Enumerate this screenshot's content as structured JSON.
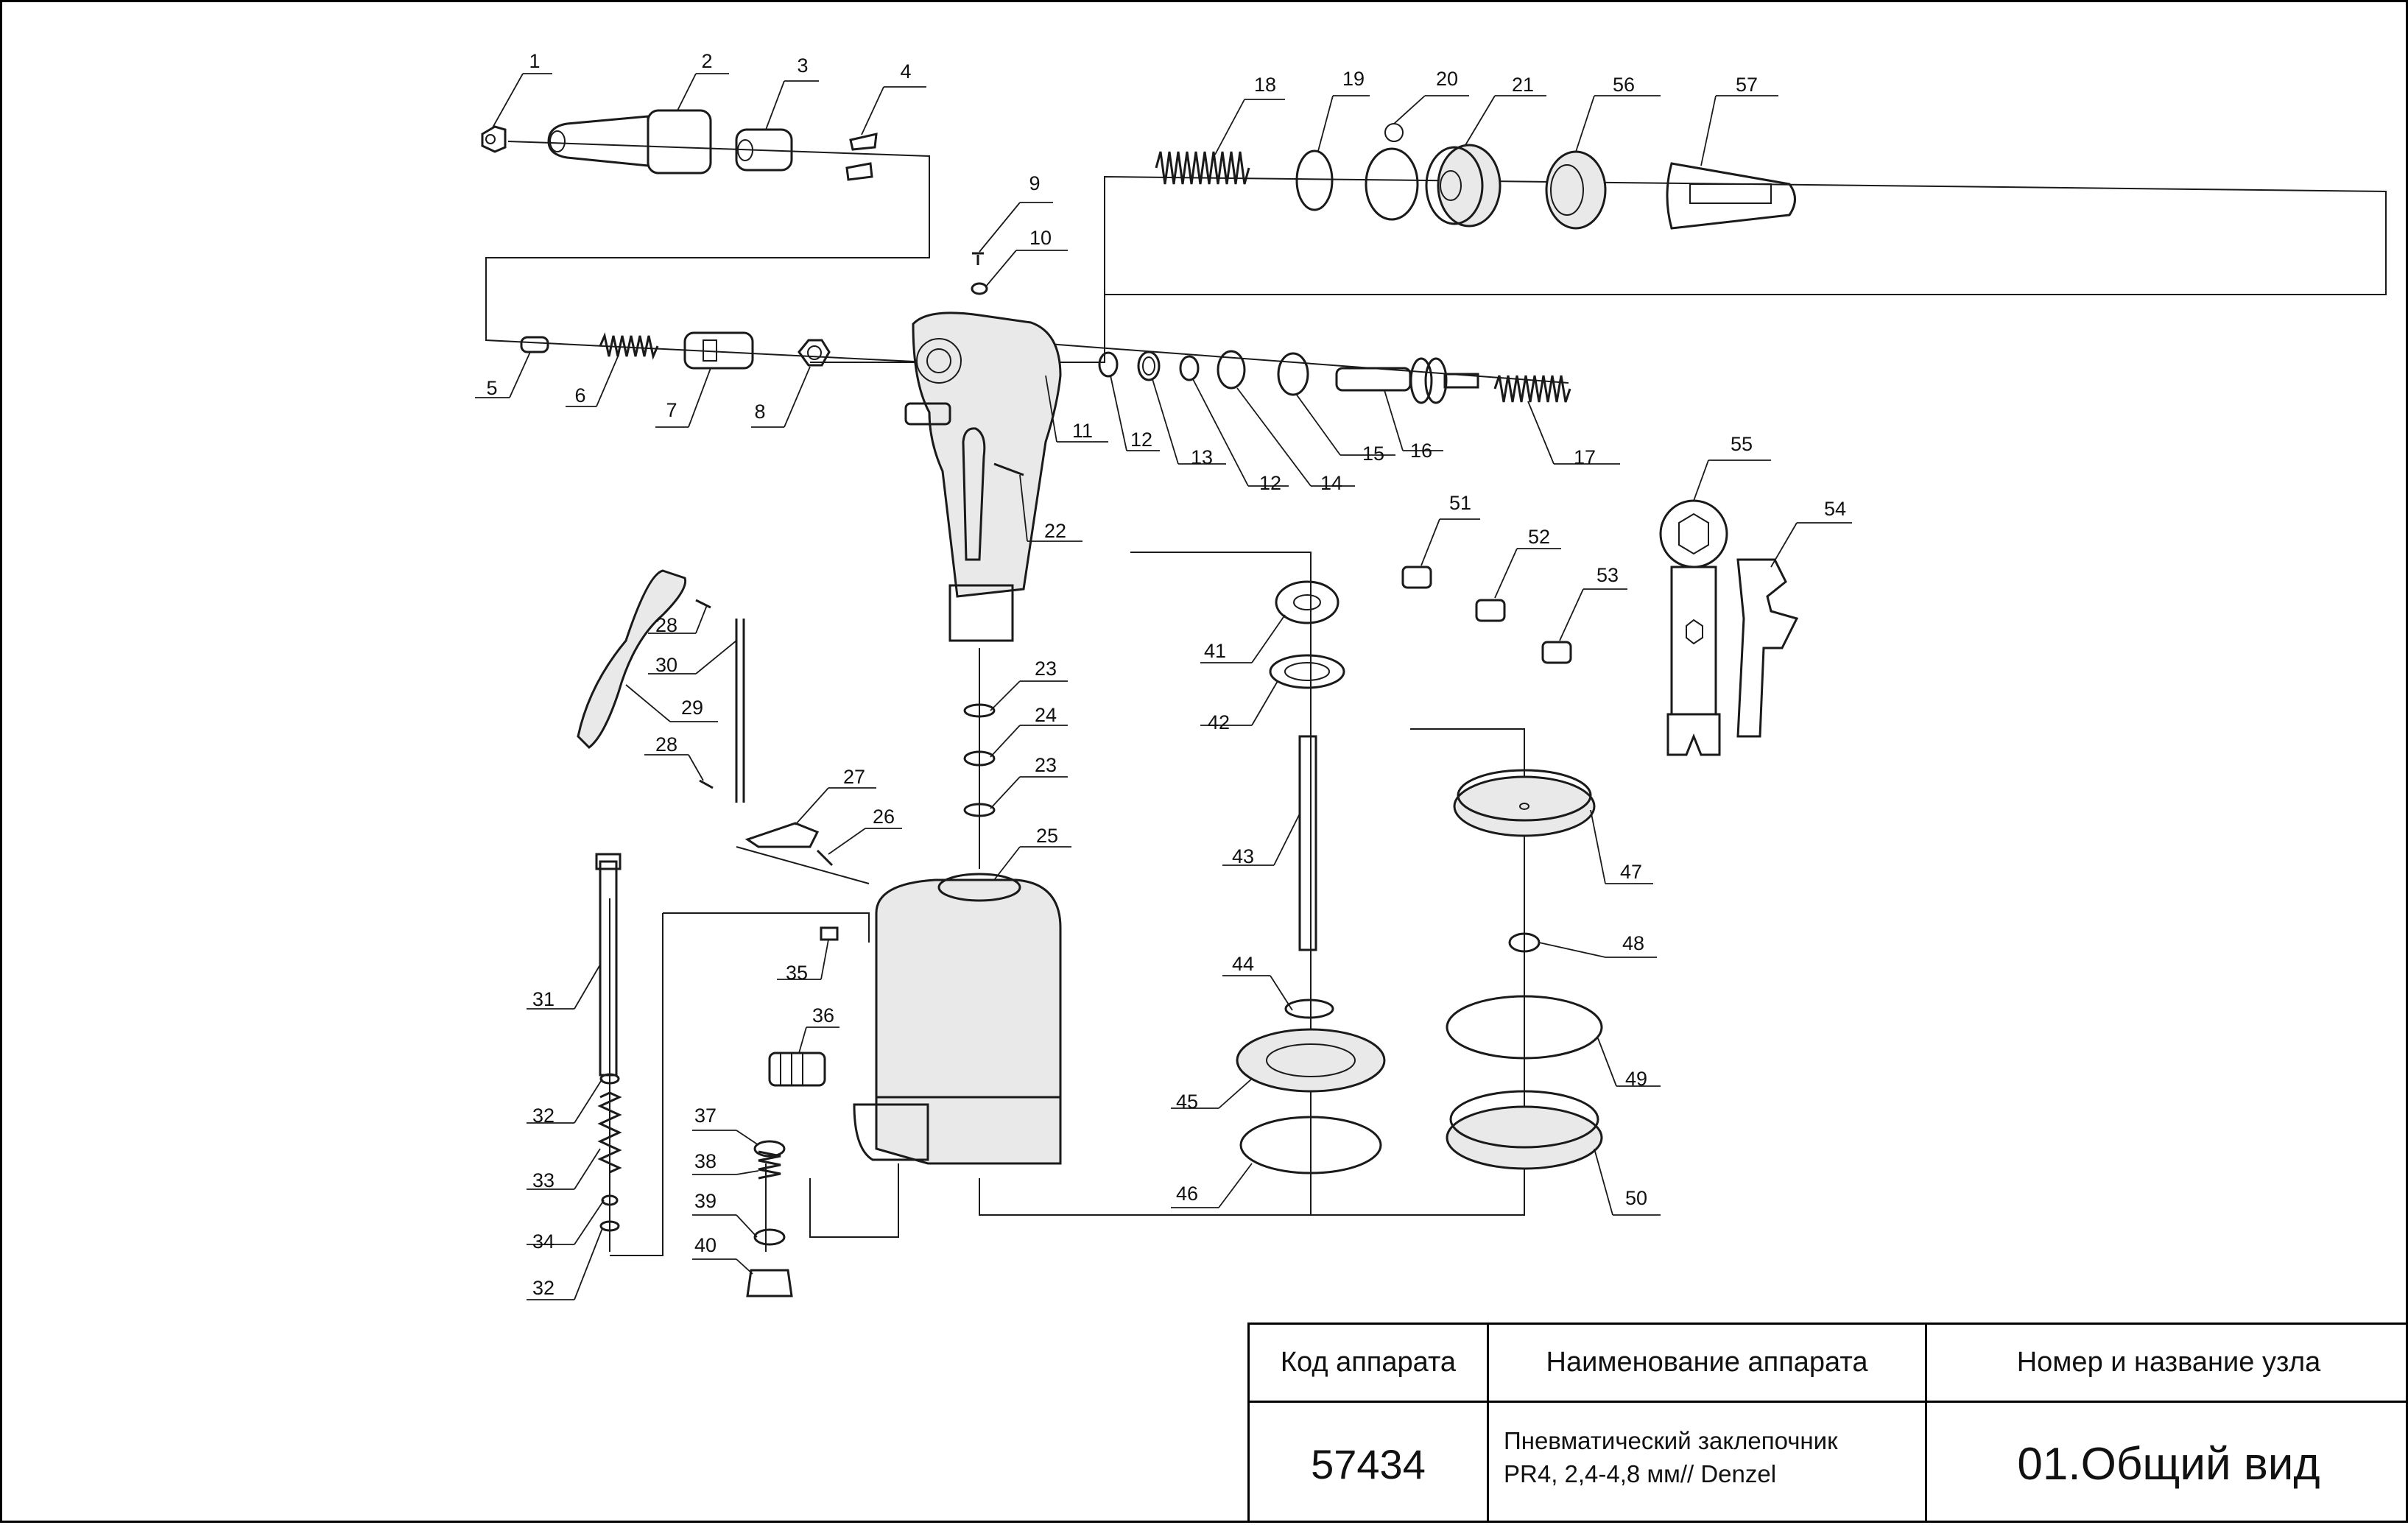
{
  "diagram": {
    "part_labels": [
      "1",
      "2",
      "3",
      "4",
      "5",
      "6",
      "7",
      "8",
      "9",
      "10",
      "11",
      "12",
      "13",
      "12",
      "14",
      "15",
      "16",
      "17",
      "18",
      "19",
      "20",
      "21",
      "56",
      "57",
      "22",
      "23",
      "24",
      "23",
      "25",
      "26",
      "27",
      "28",
      "28",
      "29",
      "30",
      "31",
      "32",
      "33",
      "34",
      "32",
      "35",
      "36",
      "37",
      "38",
      "39",
      "40",
      "41",
      "42",
      "43",
      "44",
      "45",
      "46",
      "47",
      "48",
      "49",
      "50",
      "51",
      "52",
      "53",
      "54",
      "55"
    ]
  },
  "title_block": {
    "headers": {
      "code": "Код аппарата",
      "name": "Наименование аппарата",
      "node": "Номер и название узла"
    },
    "code_value": "57434",
    "name_lines": [
      "Пневматический заклепочник",
      "PR4, 2,4-4,8 мм// Denzel"
    ],
    "node_value": "01.Общий вид"
  }
}
